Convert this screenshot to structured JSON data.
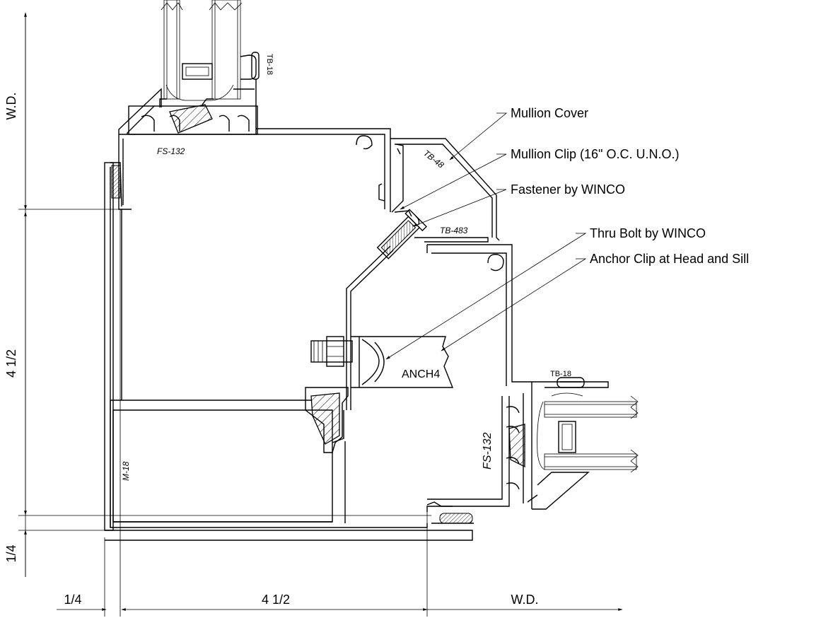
{
  "callouts": {
    "mullion_cover": "Mullion Cover",
    "mullion_clip": "Mullion Clip (16\" O.C.  U.N.O.)",
    "fastener": "Fastener by WINCO",
    "thru_bolt": "Thru Bolt by WINCO",
    "anchor_clip": "Anchor Clip at Head and Sill"
  },
  "dimensions": {
    "left_wd": "W.D.",
    "left_4_1_2": "4 1/2",
    "left_1_4": "1/4",
    "bottom_1_4": "1/4",
    "bottom_4_1_2": "4 1/2",
    "bottom_wd": "W.D."
  },
  "part_labels": {
    "fs132_top": "FS-132",
    "fs132_right": "FS-132",
    "tb18_top": "TB-18",
    "tb18_right": "TB-18",
    "tb48": "TB-48",
    "tb483": "TB-483",
    "m18": "M-18",
    "anch4": "ANCH4"
  }
}
